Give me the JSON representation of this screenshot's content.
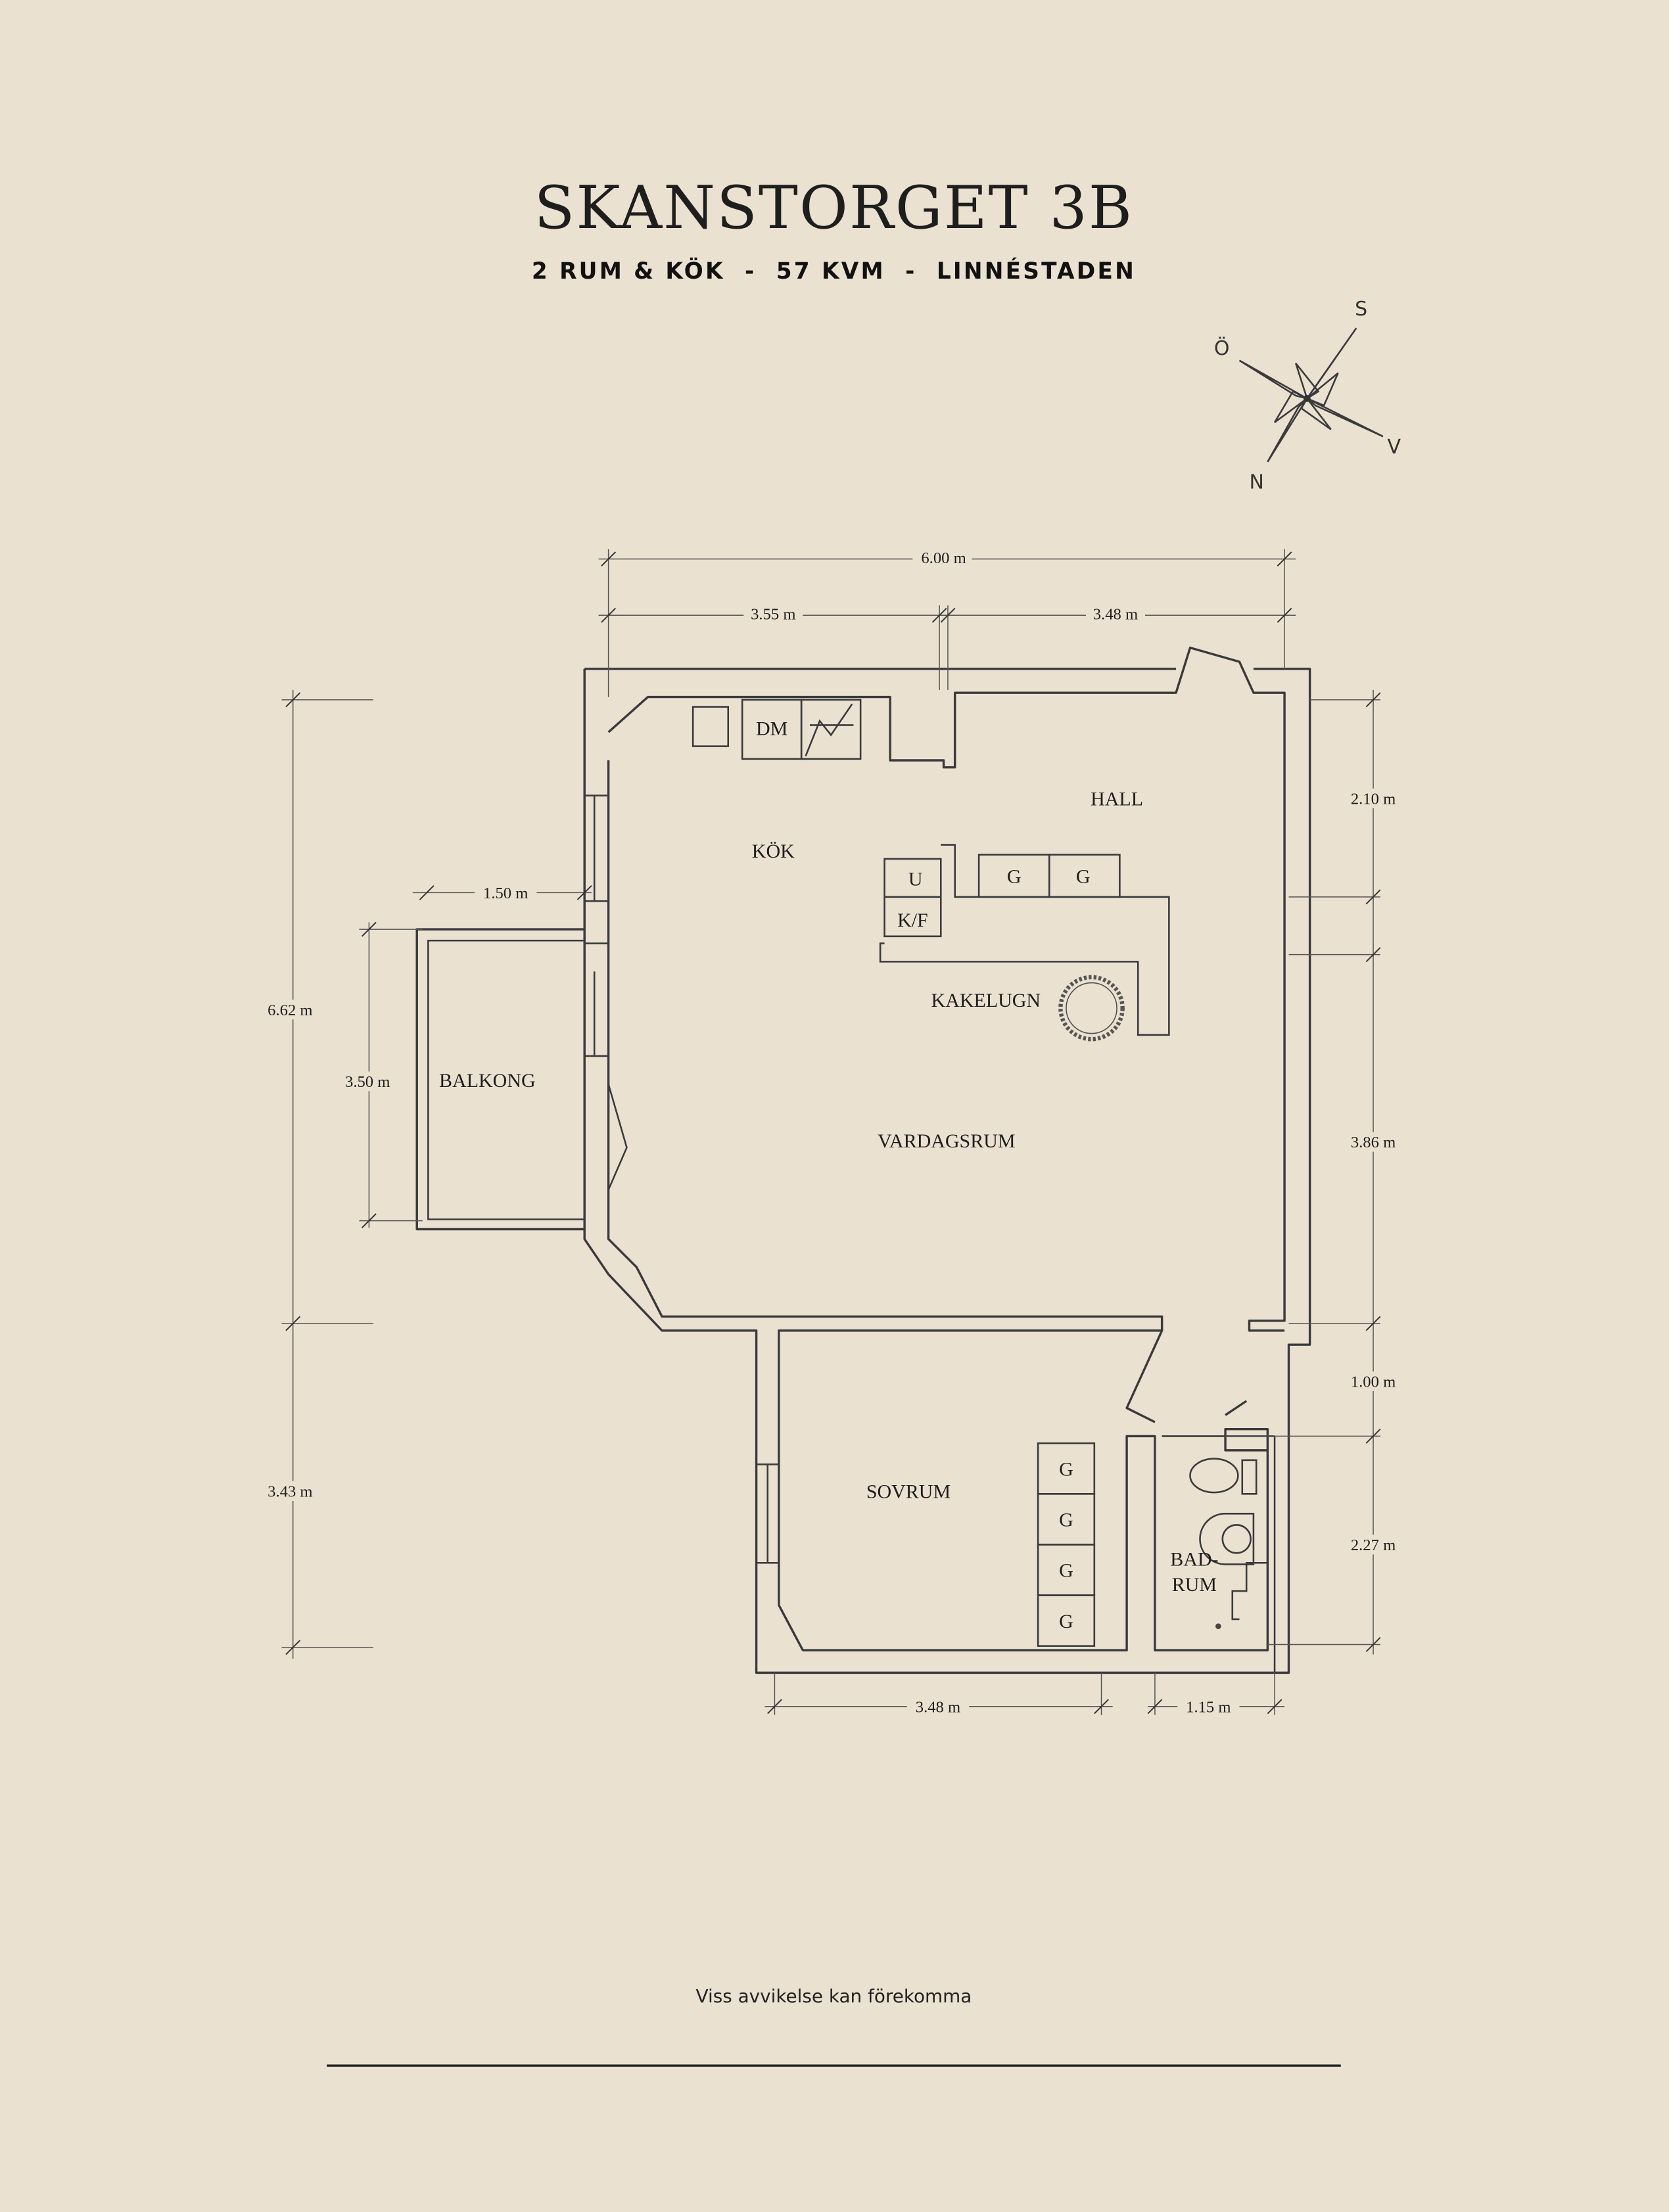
{
  "header": {
    "title": "SKANSTORGET 3B",
    "subtitle": "2 RUM & KÖK  -  57 KVM  -  LINNÉSTADEN"
  },
  "compass": {
    "north": "N",
    "south": "S",
    "east": "Ö",
    "west": "V"
  },
  "rooms": {
    "kitchen": "KÖK",
    "hall": "HALL",
    "living": "VARDAGSRUM",
    "balcony": "BALKONG",
    "bedroom": "SOVRUM",
    "bath_line1": "BAD-",
    "bath_line2": "RUM",
    "stove": "KAKELUGN"
  },
  "fixtures": {
    "dishwasher": "DM",
    "oven": "U",
    "fridge_freezer": "K/F",
    "wardrobe": "G"
  },
  "dimensions": {
    "top_total": "6.00 m",
    "top_left": "3.55 m",
    "top_right": "3.48 m",
    "left_total": "6.62 m",
    "left_lower": "3.43 m",
    "balcony_depth": "1.50 m",
    "balcony_width": "3.50 m",
    "right_hall": "2.10 m",
    "right_living": "3.86 m",
    "right_passage": "1.00 m",
    "right_bath": "2.27 m",
    "bottom_bedroom": "3.48 m",
    "bottom_bath": "1.15 m"
  },
  "footer": {
    "disclaimer": "Viss avvikelse kan förekomma"
  }
}
